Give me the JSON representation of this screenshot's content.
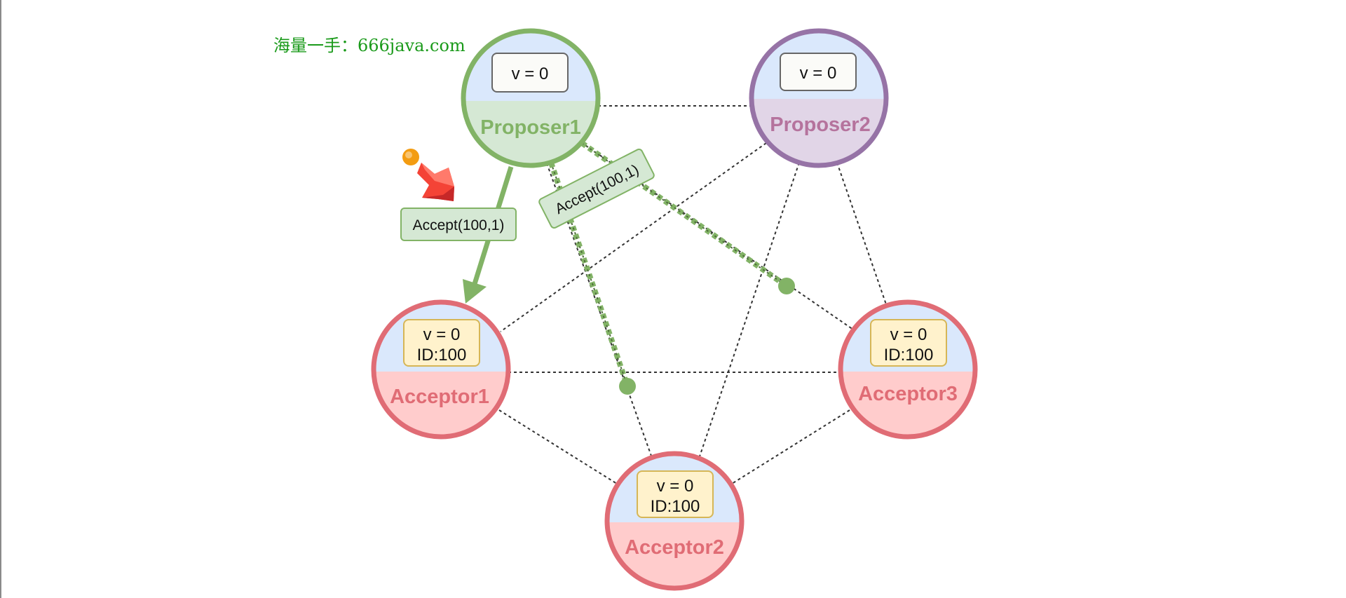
{
  "watermark": "海量一手：666java.com",
  "nodes": [
    {
      "id": "proposer1",
      "name": "Proposer1",
      "lines": [
        "v = 0"
      ],
      "role": "proposer",
      "colors": {
        "ring": "#82b366",
        "top": "#dae8fc",
        "bottom": "#d5e8d4",
        "text": "#82b366",
        "box_fill": "#fbfbf8",
        "box_stroke": "#666666"
      }
    },
    {
      "id": "proposer2",
      "name": "Proposer2",
      "lines": [
        "v = 0"
      ],
      "role": "proposer",
      "colors": {
        "ring": "#9673a6",
        "top": "#dae8fc",
        "bottom": "#e1d5e7",
        "text": "#b5739d",
        "box_fill": "#fbfbf8",
        "box_stroke": "#666666"
      }
    },
    {
      "id": "acceptor1",
      "name": "Acceptor1",
      "lines": [
        "v = 0",
        "ID:100"
      ],
      "role": "acceptor",
      "colors": {
        "ring": "#e06c75",
        "top": "#dae8fc",
        "bottom": "#ffcccc",
        "text": "#e06c75",
        "box_fill": "#fff2cc",
        "box_stroke": "#d6b656"
      }
    },
    {
      "id": "acceptor2",
      "name": "Acceptor2",
      "lines": [
        "v = 0",
        "ID:100"
      ],
      "role": "acceptor",
      "colors": {
        "ring": "#e06c75",
        "top": "#dae8fc",
        "bottom": "#ffcccc",
        "text": "#e06c75",
        "box_fill": "#fff2cc",
        "box_stroke": "#d6b656"
      }
    },
    {
      "id": "acceptor3",
      "name": "Acceptor3",
      "lines": [
        "v = 0",
        "ID:100"
      ],
      "role": "acceptor",
      "colors": {
        "ring": "#e06c75",
        "top": "#dae8fc",
        "bottom": "#ffcccc",
        "text": "#e06c75",
        "box_fill": "#fff2cc",
        "box_stroke": "#d6b656"
      }
    }
  ],
  "messages": [
    {
      "from": "proposer1",
      "to": "acceptor1",
      "label": "Accept(100,1)",
      "style": "solid-arrow",
      "status": "delivered"
    },
    {
      "from": "proposer1",
      "to": "acceptor2",
      "label": "Accept(100,1)",
      "style": "dashed-dot",
      "status": "in-flight"
    },
    {
      "from": "proposer1",
      "to": "acceptor3",
      "label": "",
      "style": "dashed-dot",
      "status": "in-flight"
    }
  ],
  "links_color": "#333333",
  "message_color": "#82b366",
  "pointer_icon": "red-arrow-cursor-icon"
}
